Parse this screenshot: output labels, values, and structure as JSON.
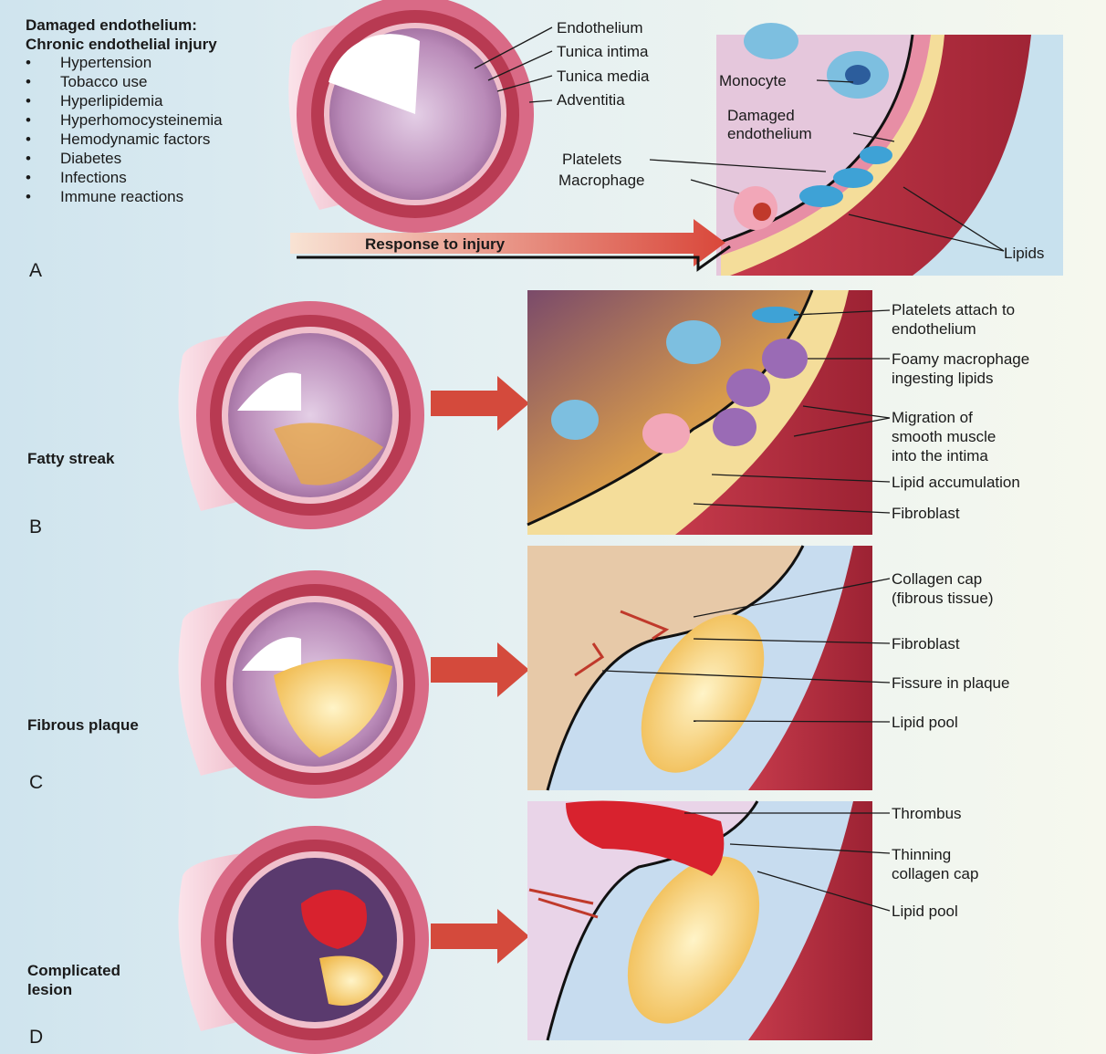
{
  "panel_a": {
    "letter": "A",
    "title_line1": "Damaged endothelium:",
    "title_line2": "Chronic endothelial injury",
    "risk_factors": [
      "Hypertension",
      "Tobacco use",
      "Hyperlipidemia",
      "Hyperhomocysteinemia",
      "Hemodynamic factors",
      "Diabetes",
      "Infections",
      "Immune reactions"
    ],
    "layer_labels": [
      "Endothelium",
      "Tunica intima",
      "Tunica media",
      "Adventitia"
    ],
    "detail_labels": {
      "monocyte": "Monocyte",
      "damaged_1": "Damaged",
      "damaged_2": "endothelium",
      "platelets": "Platelets",
      "macrophage": "Macrophage",
      "lipids": "Lipids"
    },
    "arrow_label": "Response to injury"
  },
  "panel_b": {
    "letter": "B",
    "stage": "Fatty streak",
    "labels": {
      "platelets_1": "Platelets attach to",
      "platelets_2": "endothelium",
      "foamy_1": "Foamy macrophage",
      "foamy_2": "ingesting lipids",
      "migration_1": "Migration of",
      "migration_2": "smooth muscle",
      "migration_3": "into the intima",
      "lipid_acc": "Lipid accumulation",
      "fibroblast": "Fibroblast"
    }
  },
  "panel_c": {
    "letter": "C",
    "stage": "Fibrous plaque",
    "labels": {
      "collagen_1": "Collagen cap",
      "collagen_2": "(fibrous tissue)",
      "fibroblast": "Fibroblast",
      "fissure": "Fissure in plaque",
      "lipid_pool": "Lipid pool"
    }
  },
  "panel_d": {
    "letter": "D",
    "stage_line1": "Complicated",
    "stage_line2": "lesion",
    "labels": {
      "thrombus": "Thrombus",
      "thinning_1": "Thinning",
      "thinning_2": "collagen cap",
      "lipid_pool": "Lipid pool"
    }
  }
}
